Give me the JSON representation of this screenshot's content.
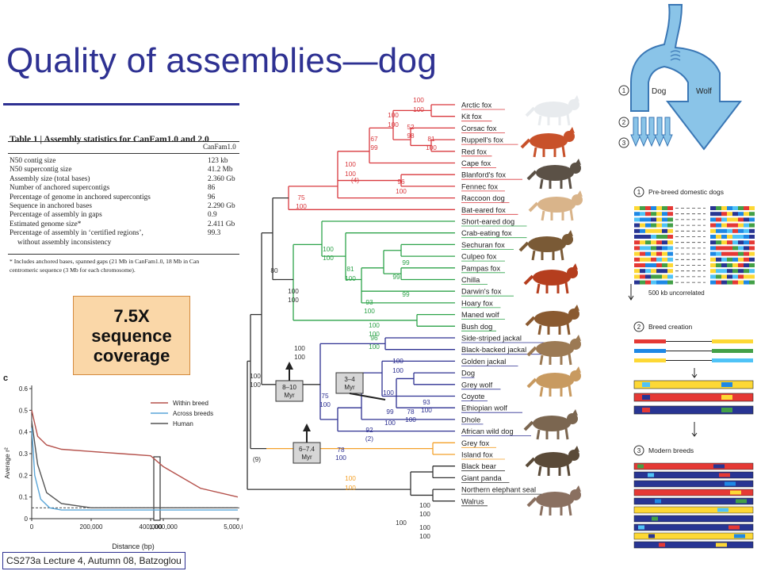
{
  "slide": {
    "title": "Quality of assemblies—dog",
    "coverage_lines": [
      "7.5X",
      "sequence",
      "coverage"
    ],
    "footer": "CS273a Lecture 4, Autumn 08, Batzoglou"
  },
  "table": {
    "title": "Table 1 | Assembly statistics for CanFam1.0 and 2.0",
    "column": "CanFam1.0",
    "rows": [
      {
        "label": "N50 contig size",
        "value": "123 kb"
      },
      {
        "label": "N50 supercontig size",
        "value": "41.2 Mb"
      },
      {
        "label": "Assembly size (total bases)",
        "value": "2.360 Gb"
      },
      {
        "label": "Number of anchored supercontigs",
        "value": "86"
      },
      {
        "label": "Percentage of genome in anchored supercontigs",
        "value": "96"
      },
      {
        "label": "Sequence in anchored bases",
        "value": "2.290 Gb"
      },
      {
        "label": "Percentage of assembly in gaps",
        "value": "0.9"
      },
      {
        "label": "Estimated genome size*",
        "value": "2.411 Gb"
      },
      {
        "label": "Percentage of assembly in ‘certified regions’,",
        "value": "99.3"
      },
      {
        "label": "without assembly inconsistency",
        "value": ""
      }
    ],
    "footnote_1": "* Includes anchored bases, spanned gaps (21 Mb in CanFam1.0, 18 Mb in Can",
    "footnote_2": "centromeric sequence (3 Mb for each chromosome)."
  },
  "ld_chart": {
    "panel_label": "c",
    "ylabel": "Average r²",
    "xlabel": "Distance (bp)",
    "legend": [
      {
        "name": "Within breed",
        "color": "#b5524c"
      },
      {
        "name": "Across breeds",
        "color": "#5aa6d8"
      },
      {
        "name": "Human",
        "color": "#555555"
      }
    ],
    "y_ticks": [
      "0",
      "0.1",
      "0.2",
      "0.3",
      "0.4",
      "0.5",
      "0.6"
    ],
    "x_ticks": [
      "0",
      "200,000",
      "400,000",
      "1,000,000",
      "5,000,000"
    ]
  },
  "chart_data": {
    "type": "line",
    "title": "",
    "xlabel": "Distance (bp)",
    "ylabel": "Average r²",
    "ylim": [
      0,
      0.6
    ],
    "x_break": "axis break between 400,000 and 1,000,000 bp",
    "x_tick_labels": [
      "0",
      "200,000",
      "400,000",
      "1,000,000",
      "5,000,000"
    ],
    "legend_position": "top-right",
    "grid": false,
    "series": [
      {
        "name": "Within breed",
        "color": "#b5524c",
        "x": [
          0,
          20000,
          50000,
          100000,
          200000,
          300000,
          400000,
          1000000,
          3000000,
          5000000
        ],
        "y": [
          0.5,
          0.38,
          0.34,
          0.32,
          0.31,
          0.3,
          0.29,
          0.24,
          0.14,
          0.1
        ]
      },
      {
        "name": "Across breeds",
        "color": "#5aa6d8",
        "x": [
          0,
          10000,
          30000,
          60000,
          100000,
          200000,
          400000,
          1000000,
          5000000
        ],
        "y": [
          0.42,
          0.2,
          0.09,
          0.05,
          0.04,
          0.04,
          0.04,
          0.04,
          0.04
        ]
      },
      {
        "name": "Human",
        "color": "#555555",
        "x": [
          0,
          20000,
          50000,
          100000,
          200000,
          400000,
          1000000,
          5000000
        ],
        "y": [
          0.45,
          0.25,
          0.12,
          0.07,
          0.05,
          0.05,
          0.05,
          0.05
        ]
      }
    ]
  },
  "phylogeny": {
    "clades": [
      {
        "color": "#d9393e",
        "taxa": [
          "Arctic fox",
          "Kit fox",
          "Corsac fox",
          "Ruppell's fox",
          "Red fox",
          "Cape fox",
          "Blanford's fox",
          "Fennec fox",
          "Raccoon dog",
          "Bat-eared fox"
        ]
      },
      {
        "color": "#2ea34a",
        "taxa": [
          "Short-eared dog",
          "Crab-eating fox",
          "Sechuran fox",
          "Culpeo fox",
          "Pampas fox",
          "Chilla",
          "Darwin's fox",
          "Hoary fox",
          "Maned wolf",
          "Bush dog"
        ]
      },
      {
        "color": "#2e3192",
        "taxa": [
          "Side-striped jackal",
          "Black-backed jackal",
          "Golden jackal",
          "Dog",
          "Grey wolf",
          "Coyote",
          "Ethiopian wolf",
          "Dhole",
          "African wild dog"
        ]
      },
      {
        "color": "#f4a12a",
        "taxa": [
          "Grey fox",
          "Island fox"
        ]
      },
      {
        "color": "#333333",
        "taxa": [
          "Black bear",
          "Giant panda",
          "Northern elephant seal",
          "Walrus"
        ]
      }
    ],
    "support_labels": {
      "red": [
        "100",
        "100",
        "100",
        "100",
        "52",
        "98",
        "81",
        "100",
        "67",
        "99",
        "100",
        "100",
        "(4)",
        "96",
        "100",
        "75",
        "100"
      ],
      "green": [
        "100",
        "100",
        "81",
        "100",
        "99",
        "99",
        "99",
        "93",
        "100",
        "100",
        "100",
        "96",
        "100"
      ],
      "blue": [
        "100",
        "100",
        "75",
        "100",
        "100",
        "93",
        "100",
        "78",
        "100",
        "99",
        "100",
        "92",
        "(2)",
        "78",
        "100"
      ],
      "root": [
        "80",
        "–",
        "100",
        "100",
        "100",
        "100",
        "(9)"
      ],
      "orange": [
        "100",
        "100"
      ],
      "outgroup": [
        "100",
        "100",
        "100",
        "100",
        "100"
      ]
    },
    "divergence_boxes": [
      {
        "line1": "8–10",
        "line2": "Myr"
      },
      {
        "line1": "3–4",
        "line2": "Myr"
      },
      {
        "line1": "6–7.4",
        "line2": "Myr"
      }
    ]
  },
  "domestication": {
    "arrow_steps": [
      "1",
      "2",
      "3"
    ],
    "labels": {
      "dog": "Dog",
      "wolf": "Wolf"
    }
  },
  "breed_panel": {
    "steps": [
      {
        "number": "1",
        "label": "Pre-breed domestic dogs"
      },
      {
        "number": "2",
        "label": "Breed creation"
      },
      {
        "number": "3",
        "label": "Modern breeds"
      }
    ],
    "block_note": "500 kb uncorrelated"
  }
}
